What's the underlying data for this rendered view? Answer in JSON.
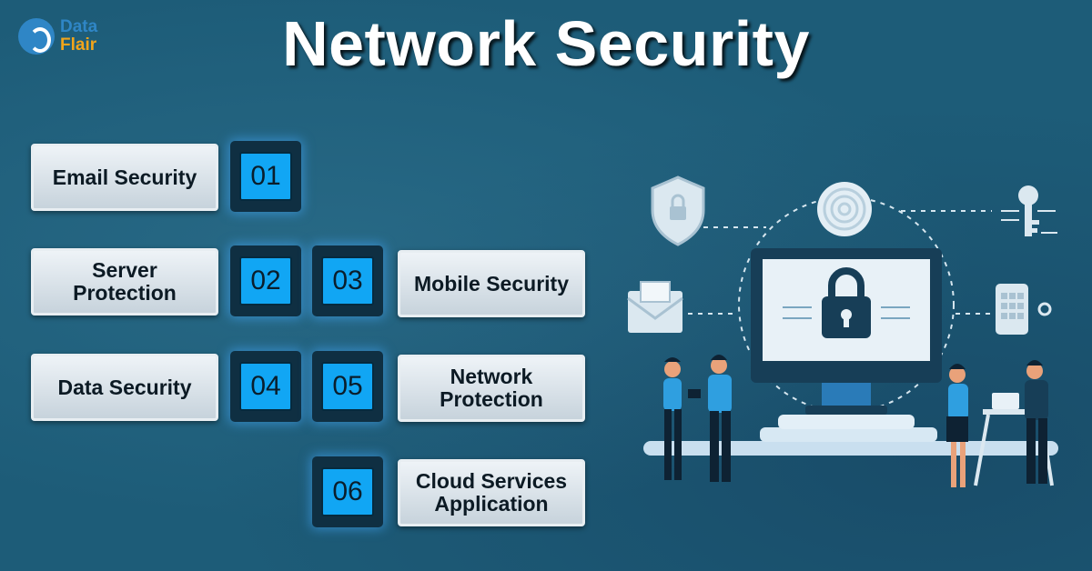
{
  "logo": {
    "line1": "Data",
    "line2": "Flair"
  },
  "title": "Network Security",
  "items": [
    {
      "number": "01",
      "label": "Email Security"
    },
    {
      "number": "02",
      "label": "Server\nProtection"
    },
    {
      "number": "03",
      "label": "Mobile Security"
    },
    {
      "number": "04",
      "label": "Data Security"
    },
    {
      "number": "05",
      "label": "Network\nProtection"
    },
    {
      "number": "06",
      "label": "Cloud Services\nApplication"
    }
  ],
  "colors": {
    "background": "#1d5c78",
    "number_tile": "#11a6f4",
    "accent_dark": "#0f2f42",
    "person_shirt": "#2f9fe0",
    "monitor_frame": "#173e57"
  },
  "icons": [
    "shield-icon",
    "fingerprint-icon",
    "key-icon",
    "email-icon",
    "padlock-icon",
    "phone-keypad-icon",
    "monitor-icon"
  ]
}
